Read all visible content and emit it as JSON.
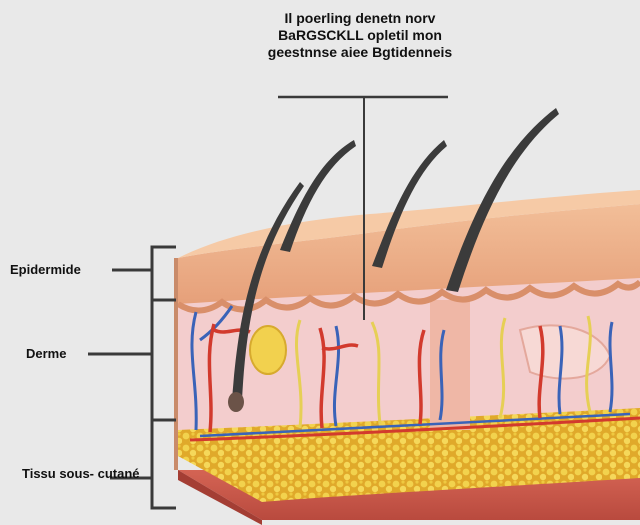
{
  "diagram": {
    "top_note": "Il poerling denetn norv BaRGSCKLL opletil mon geestnnse aiee Bgtidenneis",
    "labels": {
      "epidermis": "Epidermide",
      "dermis": "Derme",
      "hypodermis": "Tissu sous- cutané"
    },
    "colors": {
      "epidermis": "#e9a57e",
      "epidermis_top": "#f2be98",
      "dermis": "#f3cdcd",
      "fat": "#e9be36",
      "muscle": "#c8584a",
      "hair": "#3b3b3b",
      "artery": "#d23a2d",
      "vein": "#3a63b8",
      "nerve": "#e6cf55"
    }
  }
}
